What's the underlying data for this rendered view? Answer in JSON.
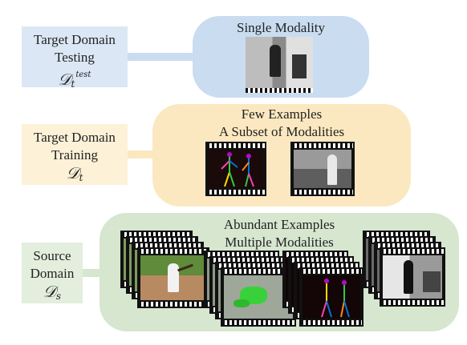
{
  "target_testing": {
    "line1": "Target Domain",
    "line2": "Testing",
    "math": "𝒟",
    "sub": "t",
    "sup": "test"
  },
  "target_training": {
    "line1": "Target Domain",
    "line2": "Training",
    "math": "𝒟",
    "sub": "t"
  },
  "source": {
    "line1": "Source",
    "line2": "Domain",
    "math": "𝒟",
    "sub": "s"
  },
  "panel_single": {
    "title": "Single Modality"
  },
  "panel_few": {
    "line1": "Few Examples",
    "line2": "A Subset of Modalities"
  },
  "panel_abundant": {
    "line1": "Abundant Examples",
    "line2": "Multiple Modalities"
  },
  "colors": {
    "blue": "#dbe7f5",
    "blue_panel": "#c9dcf0",
    "yellow": "#fdf1d8",
    "yellow_panel": "#fbe8c0",
    "green": "#e3eedd",
    "green_panel": "#d6e6cf"
  }
}
